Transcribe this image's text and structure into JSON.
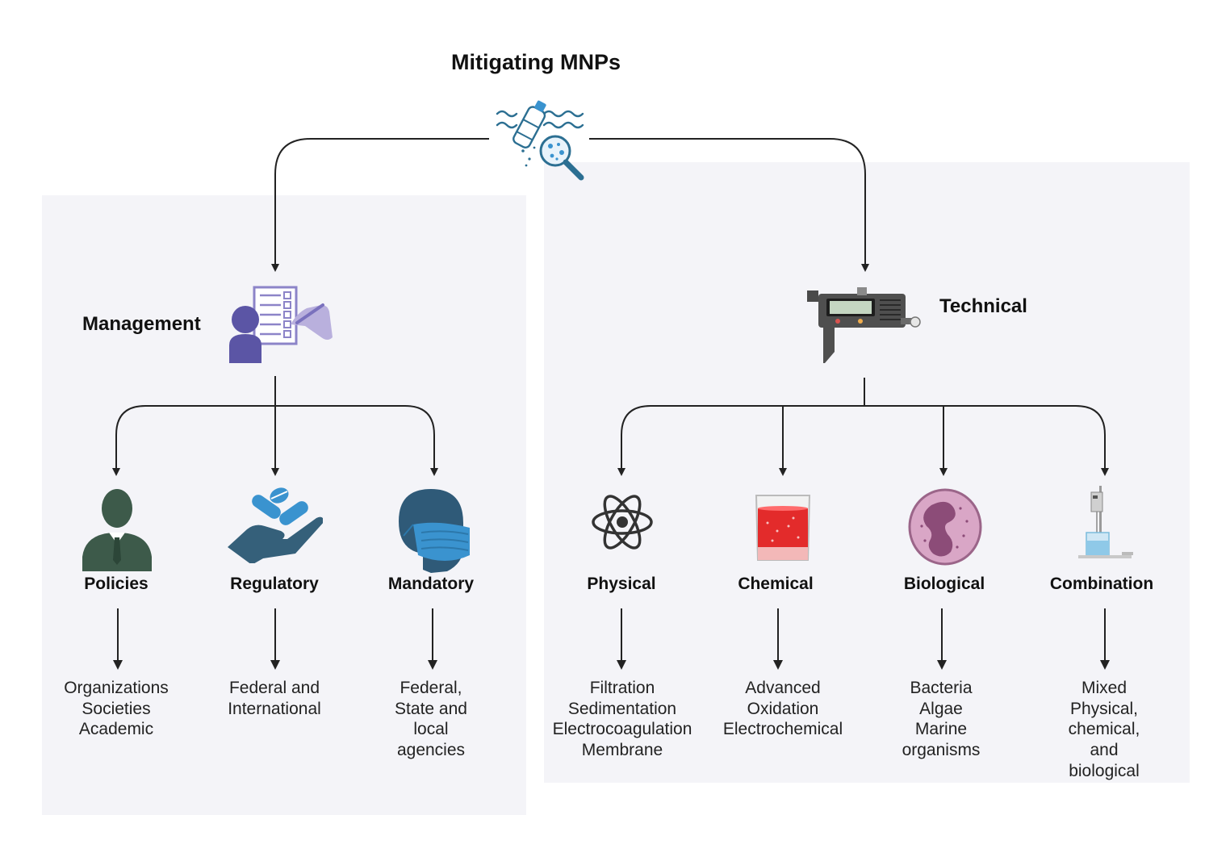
{
  "title": "Mitigating MNPs",
  "management": {
    "label": "Management",
    "categories": [
      {
        "label": "Policies",
        "items": [
          "Organizations",
          "Societies",
          "Academic"
        ]
      },
      {
        "label": "Regulatory",
        "items": [
          "Federal and",
          "International"
        ]
      },
      {
        "label": "Mandatory",
        "items": [
          "Federal,",
          "State and",
          "local",
          "agencies"
        ]
      }
    ]
  },
  "technical": {
    "label": "Technical",
    "categories": [
      {
        "label": "Physical",
        "items": [
          "Filtration",
          "Sedimentation",
          "Electrocoagulation",
          "Membrane"
        ]
      },
      {
        "label": "Chemical",
        "items": [
          "Advanced",
          "Oxidation",
          "Electrochemical"
        ]
      },
      {
        "label": "Biological",
        "items": [
          "Bacteria",
          "Algae",
          "Marine",
          "organisms"
        ]
      },
      {
        "label": "Combination",
        "items": [
          "Mixed",
          "Physical,",
          "chemical,",
          "and",
          "biological"
        ]
      }
    ]
  },
  "colors": {
    "panel": "#f4f4f8",
    "line": "#222222",
    "policy_icon": "#3d5a4a",
    "regulatory_icon": "#35607a",
    "mandatory_icon": "#2f5a78",
    "mask": "#3a93cf",
    "management_icon": "#5b55a5",
    "management_doc": "#b9b0dd"
  }
}
